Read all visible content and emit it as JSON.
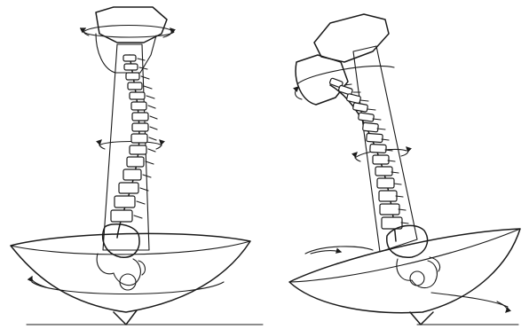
{
  "figures": [
    {
      "name": "upright-spine-model",
      "pose": "upright"
    },
    {
      "name": "tilted-spine-model",
      "pose": "tilted"
    }
  ],
  "colors": {
    "ink": "#1a1a1a",
    "background": "#ffffff"
  },
  "icons": [
    "rotation-arrow-icon"
  ]
}
